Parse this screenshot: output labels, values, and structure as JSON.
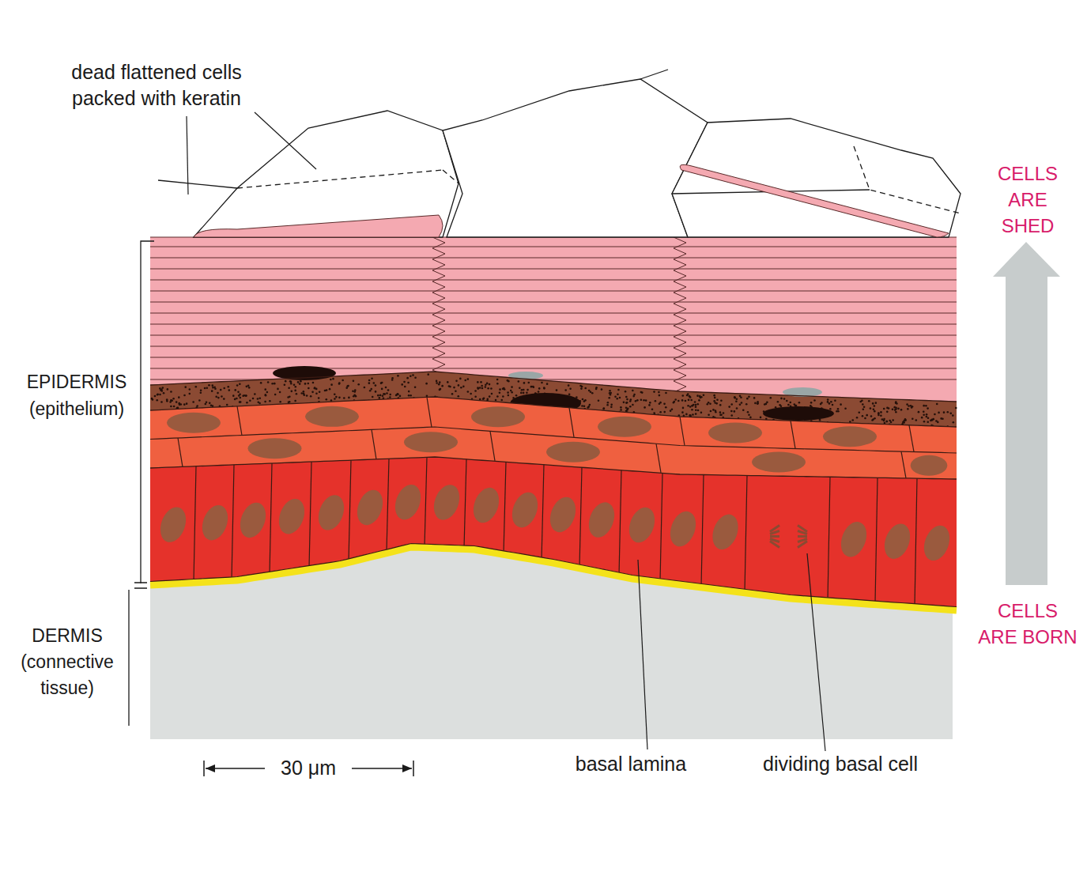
{
  "diagram": {
    "labels": [
      "dead flattened cells packed with keratin",
      "EPIDERMIS (epithelium)",
      "DERMIS (connective tissue)",
      "CELLS ARE SHED",
      "CELLS ARE BORN",
      "30 μm",
      "basal lamina",
      "dividing basal cell"
    ]
  }
}
